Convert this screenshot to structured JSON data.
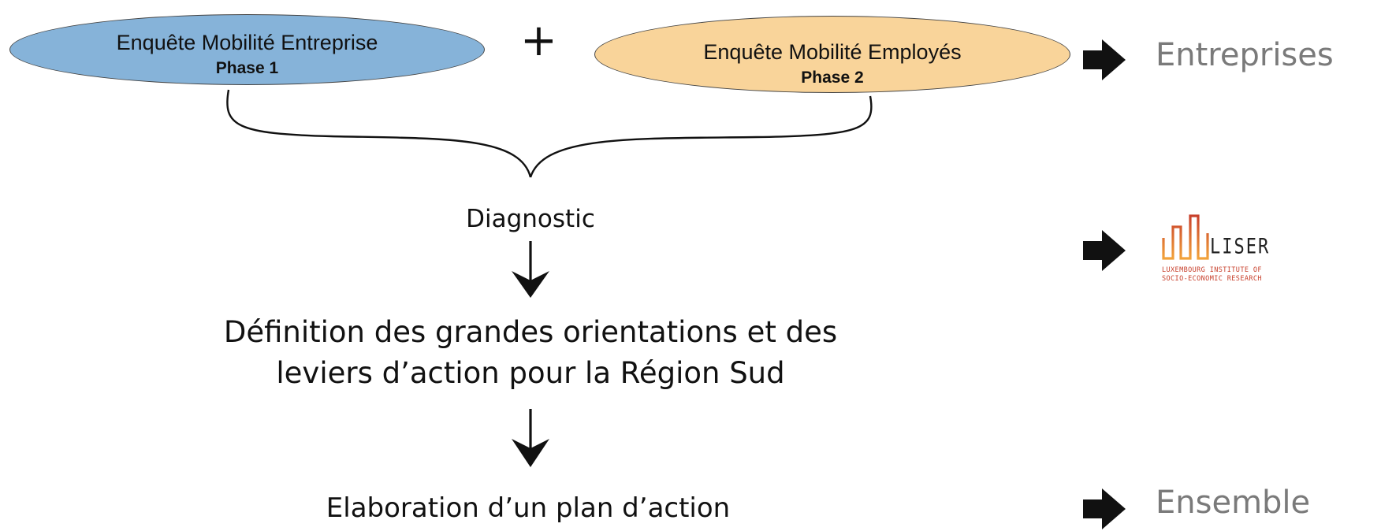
{
  "phase1": {
    "title": "Enquête Mobilité Entreprise",
    "phase": "Phase 1",
    "color": "#86b3d9"
  },
  "phase2": {
    "title": "Enquête Mobilité Employés",
    "phase": "Phase 2",
    "color": "#f9d49a"
  },
  "plus": "+",
  "steps": {
    "diagnostic": "Diagnostic",
    "definition_line1": "Définition des grandes orientations et des",
    "definition_line2": "leviers d’action pour la Région Sud",
    "elaboration": "Elaboration d’un plan d’action"
  },
  "side": {
    "top_label": "Entreprises",
    "bottom_label": "Ensemble",
    "logo_name": "LISER",
    "logo_subtitle_line1": "LUXEMBOURG INSTITUTE OF",
    "logo_subtitle_line2": "SOCIO-ECONOMIC RESEARCH"
  },
  "icons": [
    "right-arrow-icon",
    "down-arrow-icon",
    "brace"
  ]
}
